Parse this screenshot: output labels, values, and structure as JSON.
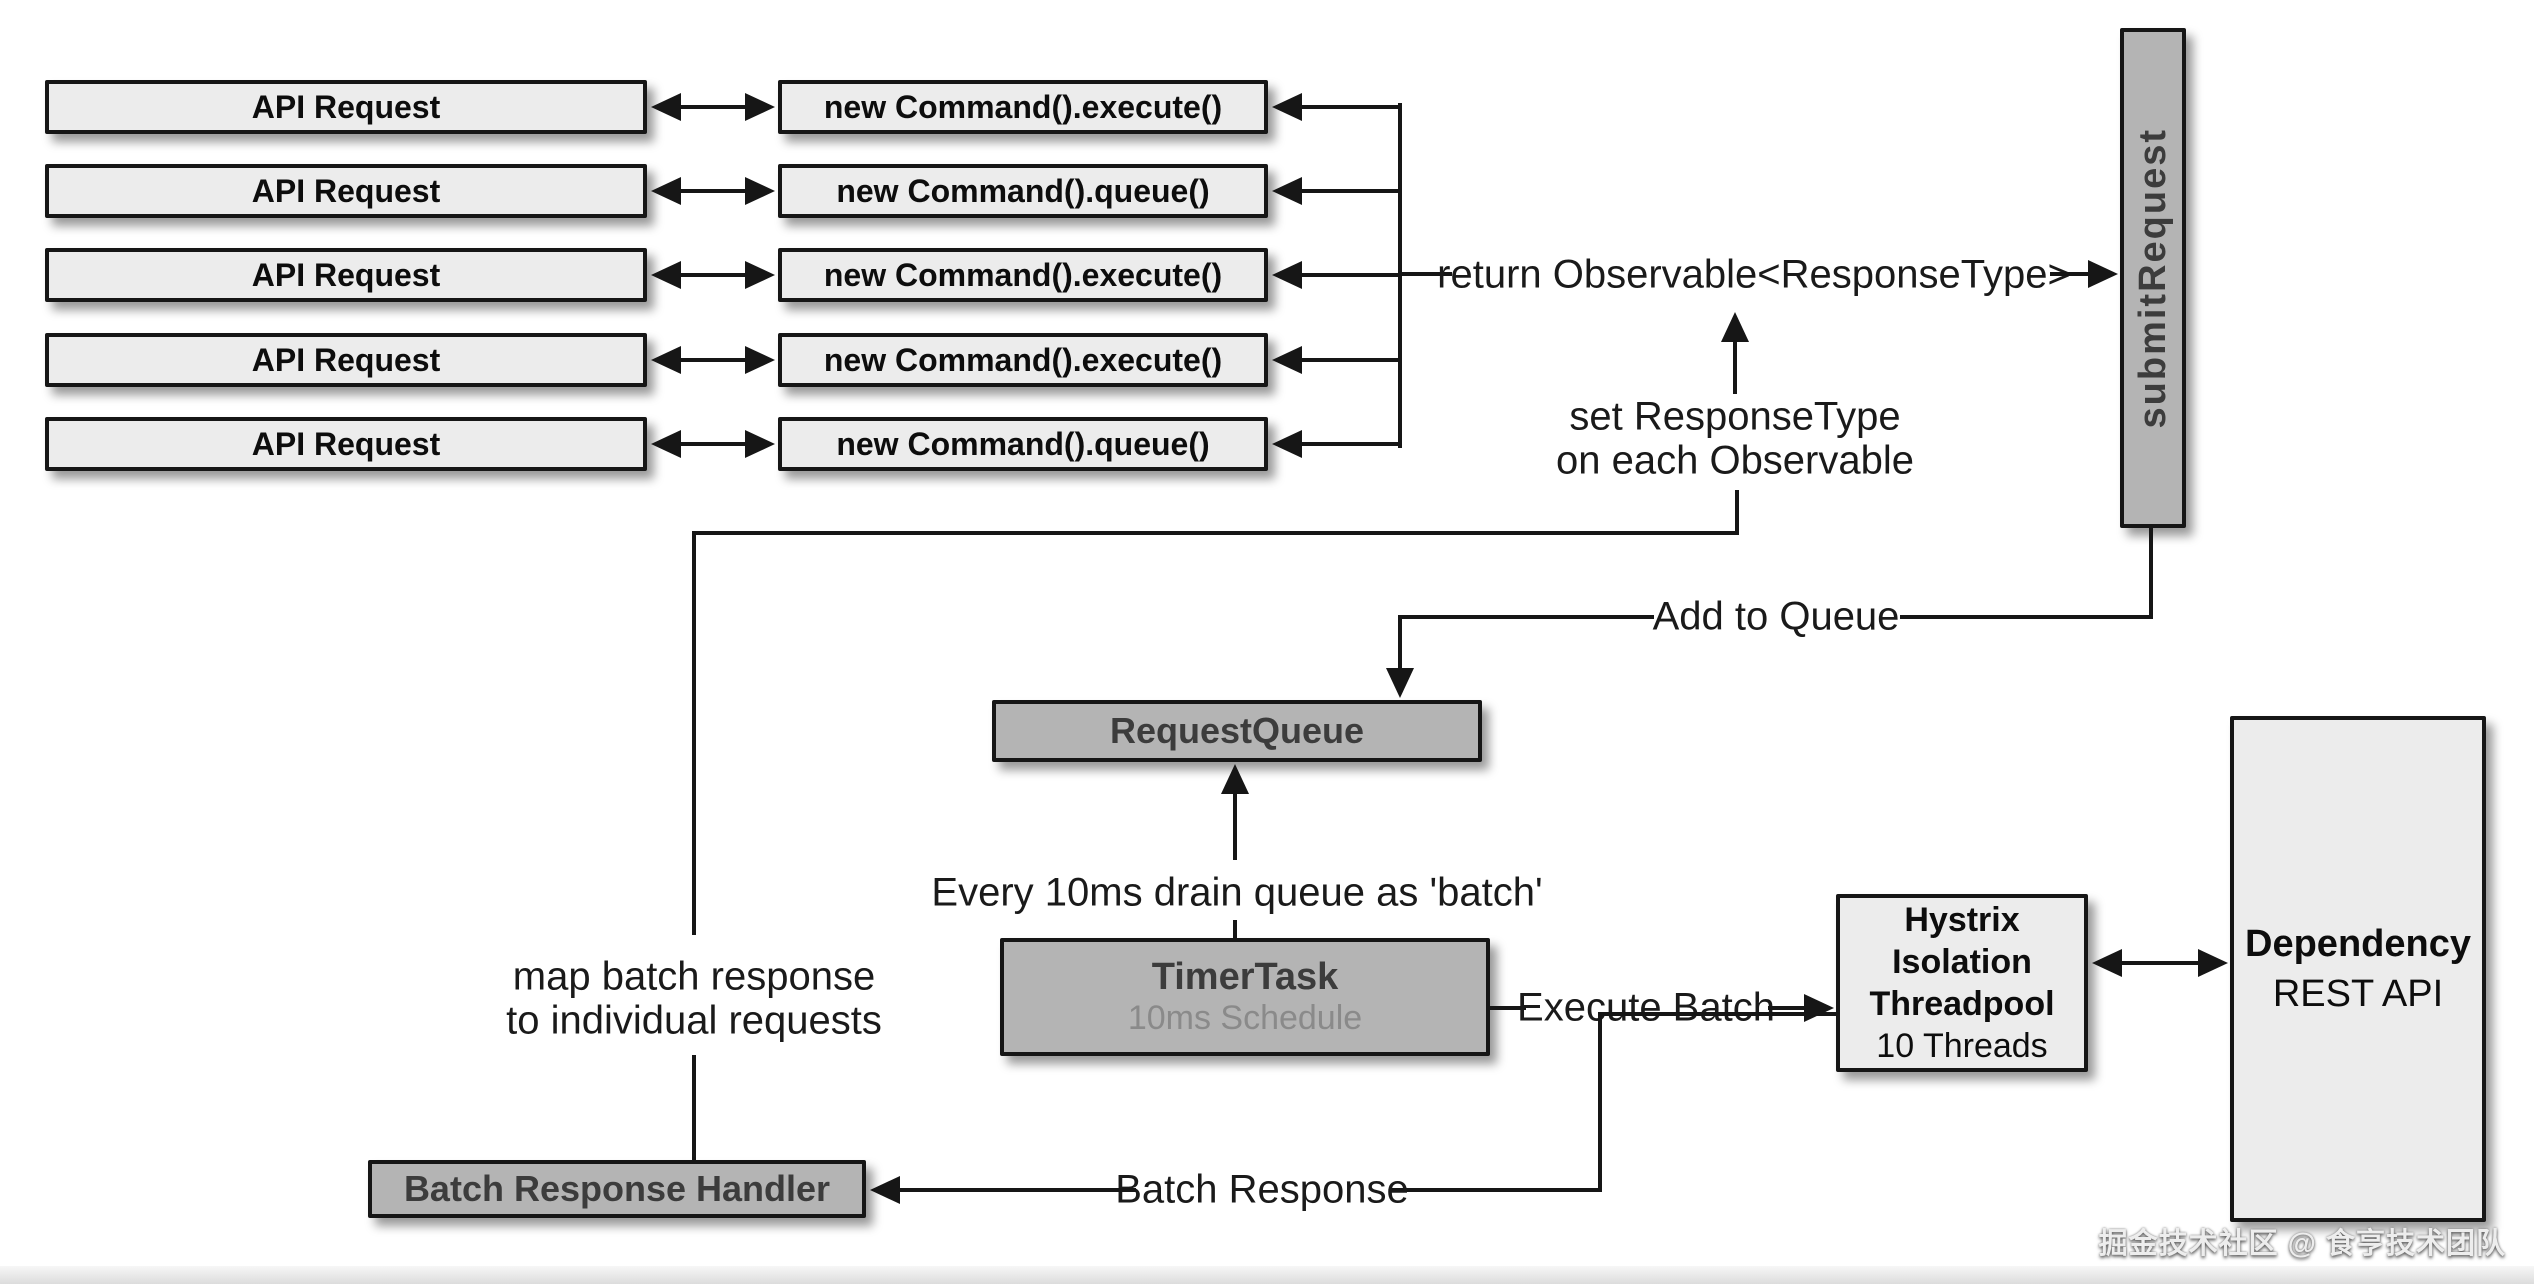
{
  "diagram": {
    "api_requests": [
      "API Request",
      "API Request",
      "API Request",
      "API Request",
      "API Request"
    ],
    "commands": [
      "new Command().execute()",
      "new Command().queue()",
      "new Command().execute()",
      "new Command().execute()",
      "new Command().queue()"
    ],
    "nodes": {
      "submit_request": "submitRequest",
      "request_queue": "RequestQueue",
      "timer_task_title": "TimerTask",
      "timer_task_subtitle": "10ms Schedule",
      "hystrix_line1": "Hystrix",
      "hystrix_line2": "Isolation",
      "hystrix_line3": "Threadpool",
      "hystrix_line4": "10 Threads",
      "dependency_line1": "Dependency",
      "dependency_line2": "REST API",
      "batch_response_handler": "Batch Response Handler"
    },
    "annotations": {
      "return_observable": "return Observable<ResponseType>",
      "set_response_type_line1": "set ResponseType",
      "set_response_type_line2": "on each Observable",
      "add_to_queue": "Add to Queue",
      "every_10ms": "Every 10ms drain queue as 'batch'",
      "execute_batch": "Execute Batch",
      "batch_response": "Batch Response",
      "map_batch_line1": "map batch response",
      "map_batch_line2": "to individual requests"
    },
    "watermark": "掘金技术社区 @ 食亨技术团队",
    "colors": {
      "box_light": "#ececec",
      "box_gray": "#b4b4b4",
      "line": "#161616",
      "text_dark": "#3c3c3c",
      "text_black": "#0d0d0d"
    }
  }
}
